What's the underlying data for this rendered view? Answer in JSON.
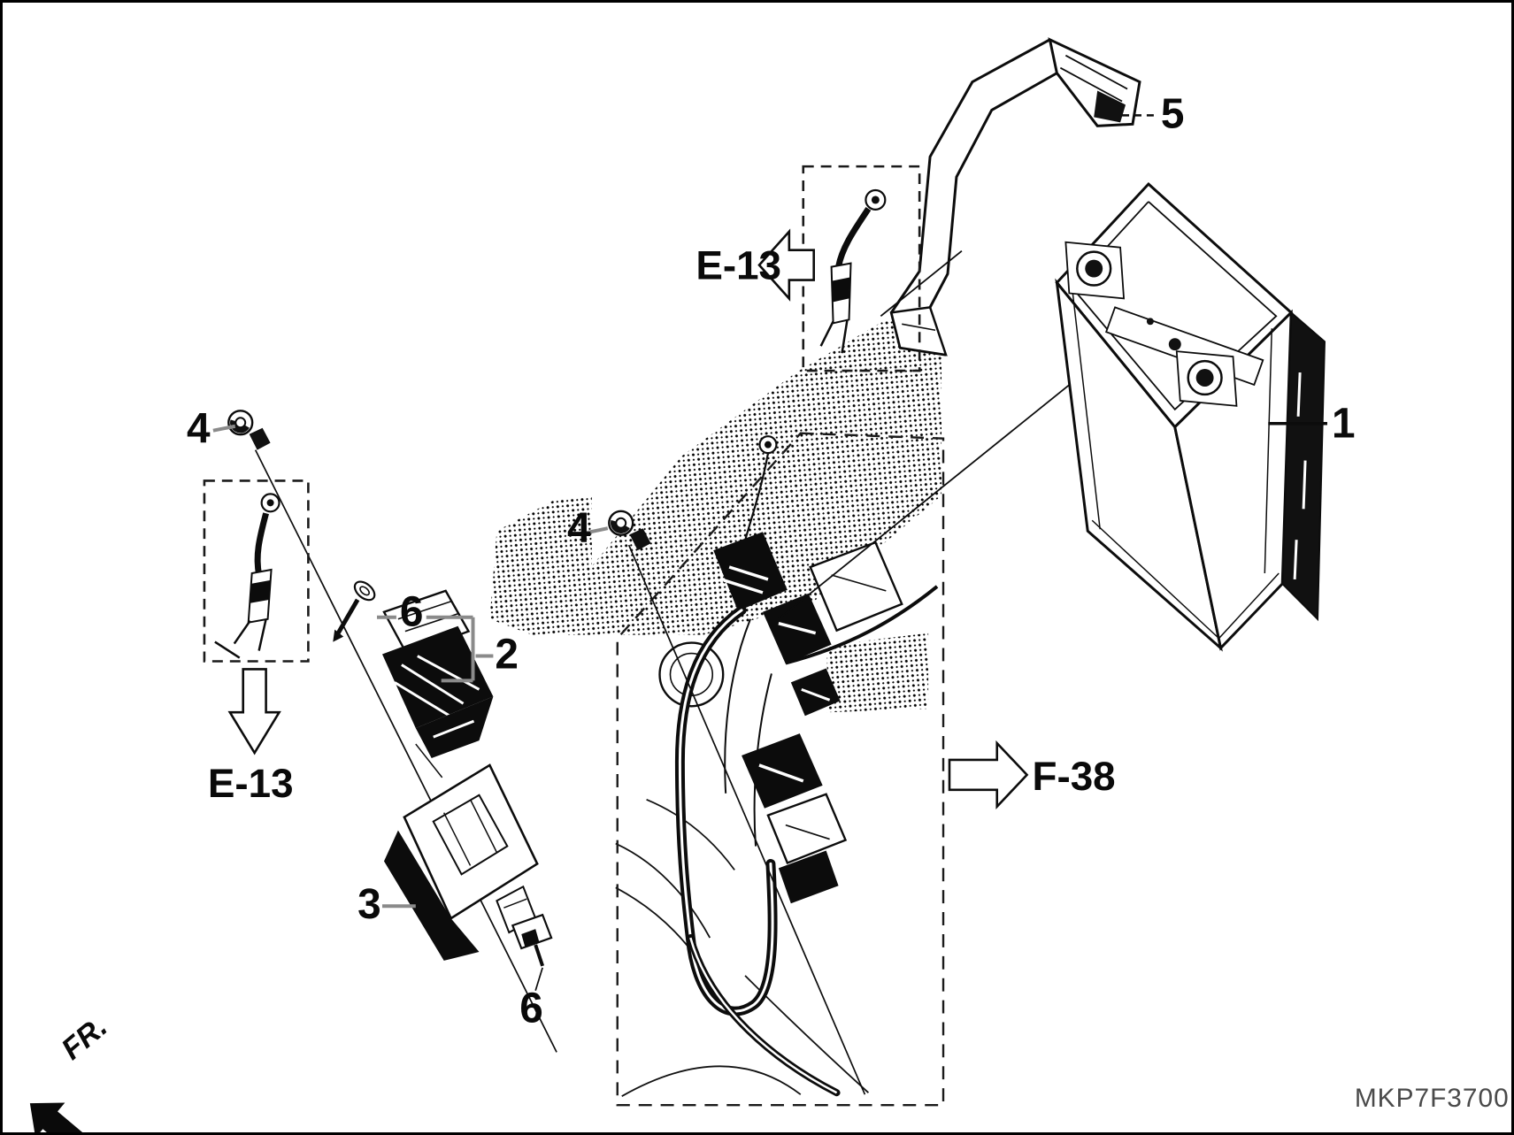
{
  "diagram": {
    "code": "MKP7F3700",
    "direction_label": "FR.",
    "ref_labels": {
      "e13_top": "E-13",
      "e13_left": "E-13",
      "f38": "F-38"
    },
    "part_labels": {
      "battery": "1",
      "relay_assy": "2",
      "bracket": "3",
      "terminal_left": "4",
      "terminal_mid": "4",
      "battery_strap": "5",
      "bolt_upper": "6",
      "bolt_lower": "6"
    },
    "colors": {
      "background": "#ffffff",
      "line": "#000000",
      "dark_fill": "#0c0c0c",
      "leader_gray": "#8a8a8a",
      "code_text": "#4a4a4a"
    }
  }
}
